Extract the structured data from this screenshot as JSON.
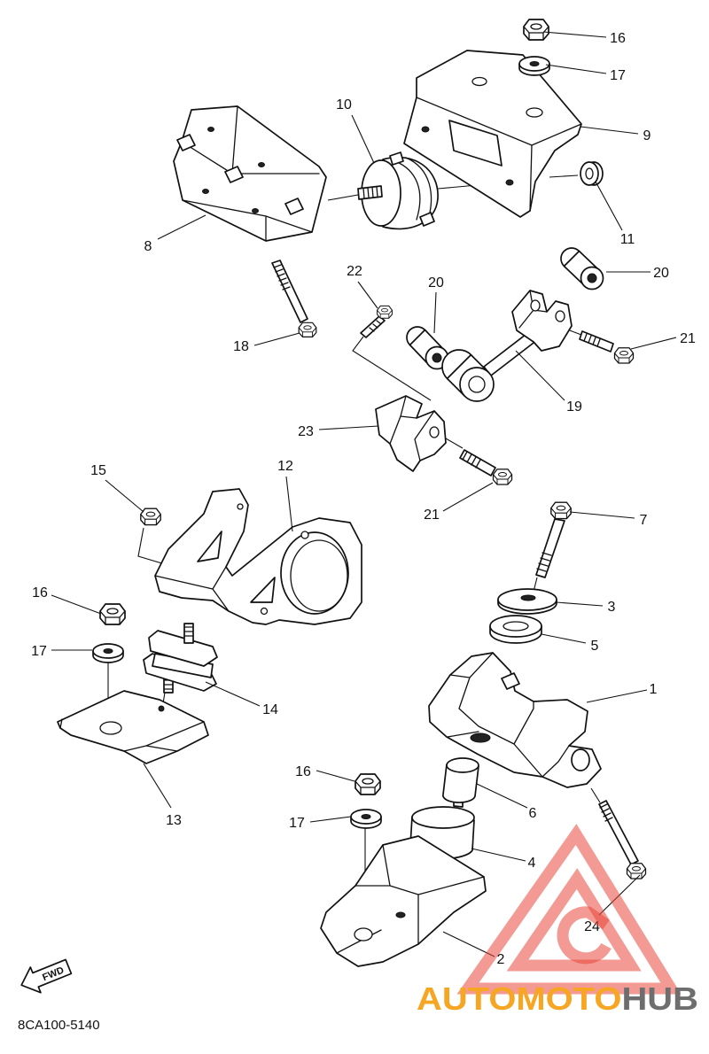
{
  "callouts": [
    "16",
    "17",
    "9",
    "10",
    "11",
    "8",
    "18",
    "22",
    "20",
    "20",
    "21",
    "19",
    "23",
    "21",
    "15",
    "12",
    "7",
    "3",
    "5",
    "16",
    "17",
    "14",
    "1",
    "13",
    "16",
    "6",
    "17",
    "4",
    "24",
    "2"
  ],
  "direction_label": "FWD",
  "diagram_code": "8CA100-5140",
  "watermark": {
    "brand_primary": "AUTOMOTO",
    "brand_secondary": "HUB",
    "primary_color": "#f6a623",
    "secondary_color": "#6e6e6e",
    "logo_color": "#e8473b"
  },
  "colors": {
    "line": "#111111",
    "background": "#ffffff"
  }
}
